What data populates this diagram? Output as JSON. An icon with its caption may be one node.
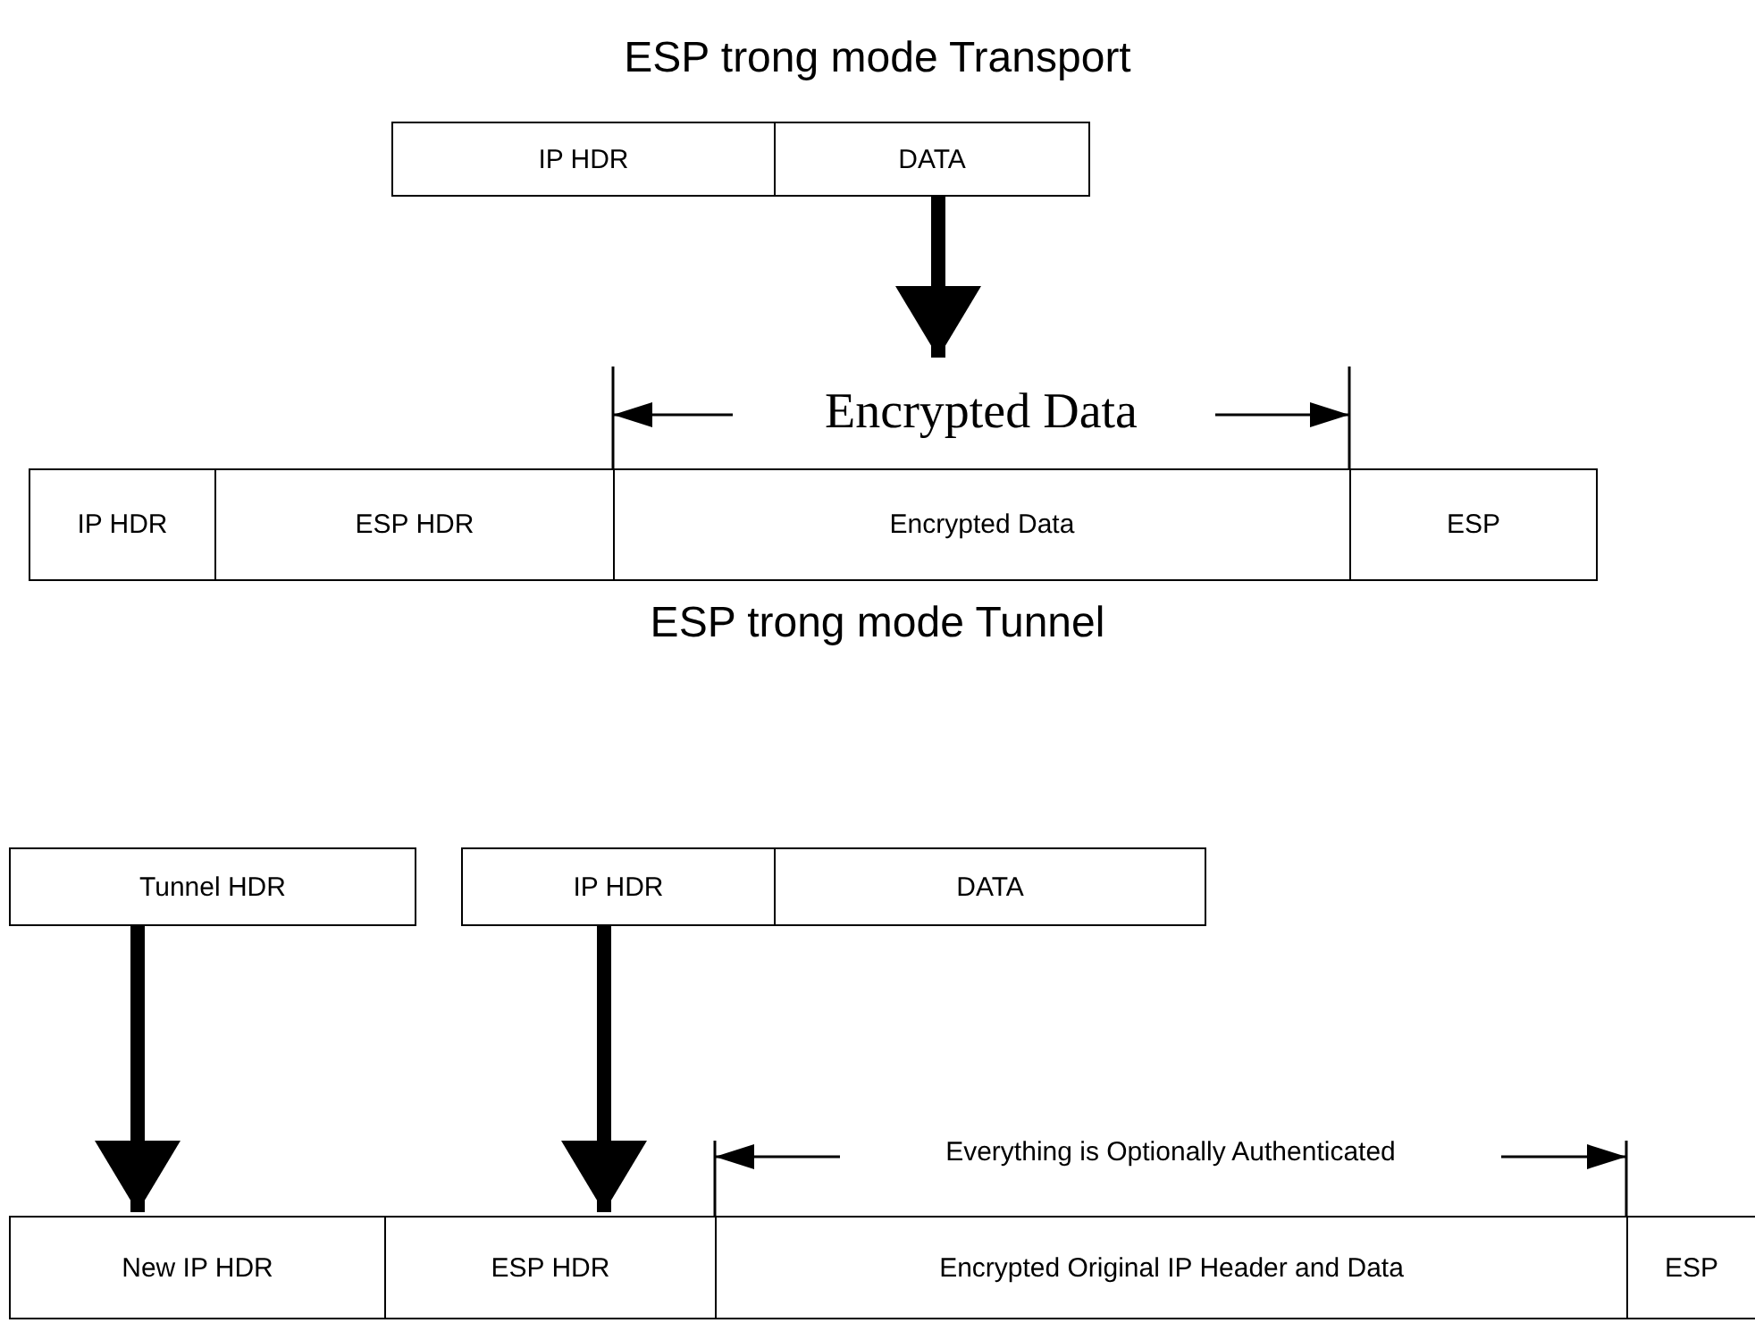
{
  "diagram": {
    "nodes": [
      {
        "text": [
          "IP HDR"
        ]
      },
      {
        "text": [
          "DATA"
        ]
      },
      {
        "text": [
          "IP HDR"
        ]
      },
      {
        "text": [
          "ESP HDR"
        ]
      },
      {
        "text": [
          "Encrypted Data"
        ]
      },
      {
        "text": [
          "ESP"
        ]
      },
      {
        "text": [
          "Tunnel HDR"
        ]
      },
      {
        "text": [
          "IP HDR"
        ]
      },
      {
        "text": [
          "DATA"
        ]
      },
      {
        "text": [
          "New IP HDR"
        ]
      },
      {
        "text": [
          "ESP HDR"
        ]
      },
      {
        "text": [
          "Encrypted Original IP Header and Data"
        ]
      },
      {
        "text": [
          "ESP"
        ]
      }
    ],
    "edges": [
      {
        "from": 1,
        "to": 4,
        "arrow": "to"
      },
      {
        "from": 6,
        "to": 9,
        "arrow": "to"
      },
      {
        "from": 7,
        "to": 10,
        "arrow": "to"
      }
    ],
    "labels": [
      "ESP trong mode Transport",
      "Encrypted Data",
      "ESP trong mode Tunnel",
      "Everything is Optionally Authenticated"
    ]
  }
}
